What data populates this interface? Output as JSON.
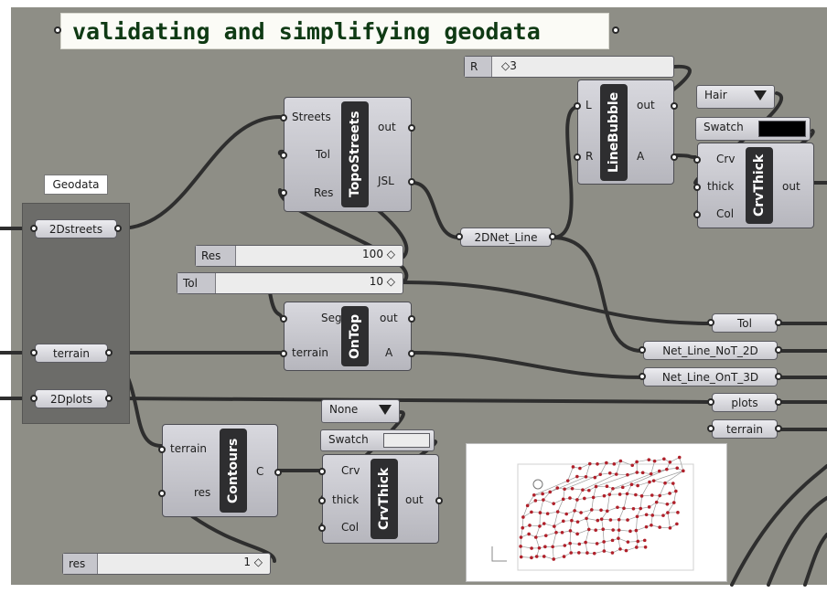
{
  "title_panel": {
    "text": "validating and simplifying geodata"
  },
  "group": {
    "label": "Geodata"
  },
  "group_params": [
    "2Dstreets",
    "terrain",
    "2Dplots"
  ],
  "topo_streets": {
    "name": "TopoStreets",
    "inputs": [
      "Streets",
      "Tol",
      "Res"
    ],
    "outputs": [
      "out",
      "JSL"
    ]
  },
  "on_top": {
    "name": "OnTop",
    "inputs": [
      "Seg",
      "terrain"
    ],
    "outputs": [
      "out",
      "A"
    ]
  },
  "contours": {
    "name": "Contours",
    "inputs": [
      "terrain",
      "res"
    ],
    "outputs": [
      "C"
    ]
  },
  "line_bubble": {
    "name": "LineBubble",
    "inputs": [
      "L",
      "R"
    ],
    "outputs": [
      "out",
      "A"
    ]
  },
  "crv_thick_top": {
    "name": "CrvThick",
    "inputs": [
      "Crv",
      "thick",
      "Col"
    ],
    "outputs": [
      "out"
    ]
  },
  "crv_thick_bottom": {
    "name": "CrvThick",
    "inputs": [
      "Crv",
      "thick",
      "Col"
    ],
    "outputs": [
      "out"
    ]
  },
  "sliders": {
    "r": {
      "label": "R",
      "value": "◇3"
    },
    "res100": {
      "label": "Res",
      "value": "100 ◇"
    },
    "tol10": {
      "label": "Tol",
      "value": "10 ◇"
    },
    "res1": {
      "label": "res",
      "value": "1 ◇"
    }
  },
  "dropdowns": {
    "hair": "Hair",
    "none": "None"
  },
  "swatches": {
    "top": {
      "label": "Swatch",
      "color": "#000000"
    },
    "bottom": {
      "label": "Swatch",
      "color": "#ececec"
    }
  },
  "relay_params": {
    "net_line": "2DNet_Line",
    "tol": "Tol",
    "not2d": "Net_Line_NoT_2D",
    "ont3d": "Net_Line_OnT_3D",
    "plots": "plots",
    "terrain": "terrain"
  },
  "colors": {
    "canvas": "#8e8e86",
    "wire": "#2e2e2e",
    "map_points": "#b0202a"
  }
}
